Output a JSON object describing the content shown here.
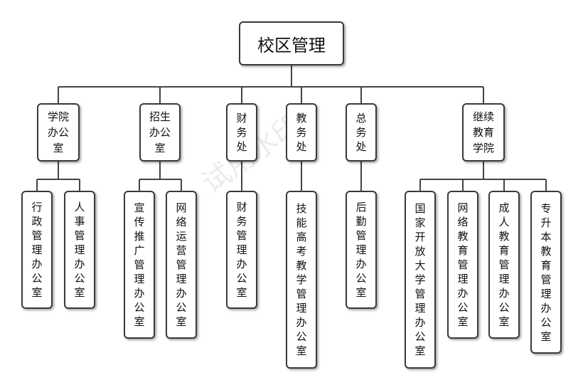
{
  "root": "校区管理",
  "departments": [
    {
      "label": "学院办公室",
      "children": [
        "行政管理办公室",
        "人事管理办公室"
      ]
    },
    {
      "label": "招生办公室",
      "children": [
        "宣传推广管理办公室",
        "网络运营管理办公室"
      ]
    },
    {
      "label": "财务处",
      "children": [
        "财务管理办公室"
      ]
    },
    {
      "label": "教务处",
      "children": [
        "技能高考教学管理办公室"
      ]
    },
    {
      "label": "总务处",
      "children": [
        "后勤管理办公室"
      ]
    },
    {
      "label": "继续教育学院",
      "children": [
        "国家开放大学管理办公室",
        "网络教育管理办公室",
        "成人教育管理办公室",
        "专升本教育管理办公室"
      ]
    }
  ],
  "watermark": "试用水印"
}
